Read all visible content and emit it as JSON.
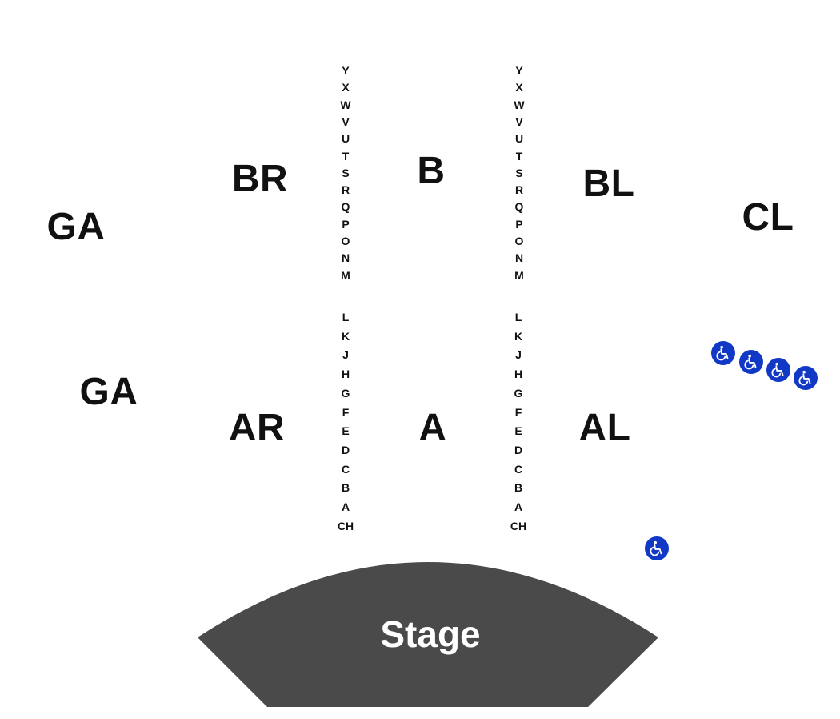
{
  "colors": {
    "stage": "#4a4a4a",
    "stage_text": "#ffffff",
    "accessible_badge": "#1239c6",
    "text": "#111111"
  },
  "sections": {
    "ga_top": "GA",
    "ga_bottom": "GA",
    "br": "BR",
    "b": "B",
    "bl": "BL",
    "cl": "CL",
    "ar": "AR",
    "a": "A",
    "al": "AL"
  },
  "rows_upper": [
    "Y",
    "X",
    "W",
    "V",
    "U",
    "T",
    "S",
    "R",
    "Q",
    "P",
    "O",
    "N",
    "M"
  ],
  "rows_lower": [
    "L",
    "K",
    "J",
    "H",
    "G",
    "F",
    "E",
    "D",
    "C",
    "B",
    "A",
    "CH"
  ],
  "stage": {
    "label": "Stage"
  },
  "accessible_seating": {
    "icon": "wheelchair-icon",
    "count": 5
  }
}
